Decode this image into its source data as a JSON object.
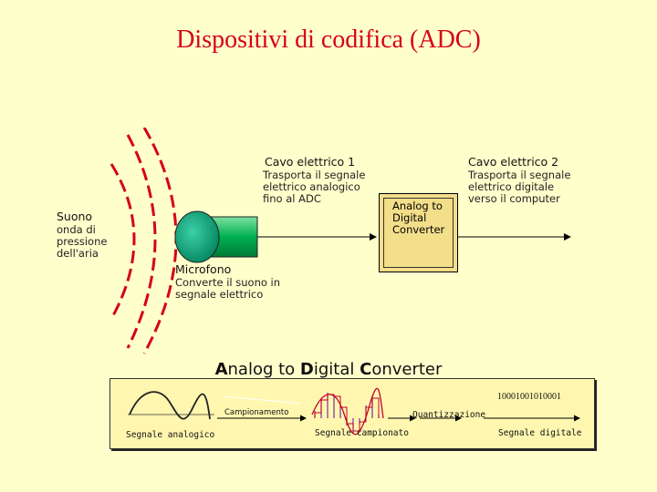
{
  "title": "Dispositivi di codifica (ADC)",
  "sound": {
    "head": "Suono",
    "desc": "onda di pressione dell'aria"
  },
  "microphone": {
    "head": "Microfono",
    "desc": "Converte il suono in segnale elettrico"
  },
  "cable1": {
    "head": "Cavo elettrico 1",
    "desc": "Trasporta il segnale elettrico analogico fino al ADC"
  },
  "cable2": {
    "head": "Cavo elettrico 2",
    "desc": "Trasporta il segnale elettrico digitale verso il computer"
  },
  "adc_box": "Analog to Digital Converter",
  "adc_title": {
    "p1": "A",
    "p2": "nalog to ",
    "p3": "D",
    "p4": "igital ",
    "p5": "C",
    "p6": "onverter"
  },
  "process": {
    "analog_label": "Segnale analogico",
    "sampling_label": "Campionamento",
    "sampled_label": "Segnale campionato",
    "quantization_label": "Quantizzazione",
    "bits": "10001001010001",
    "digital_label": "Segnale digitale"
  },
  "colors": {
    "title": "#D6001C",
    "wave": "#D6001C",
    "mic_head": "#00A878",
    "mic_body": "#00B050",
    "adc_fill": "#F3DE8A",
    "panel_fill": "#FFF7B0"
  }
}
